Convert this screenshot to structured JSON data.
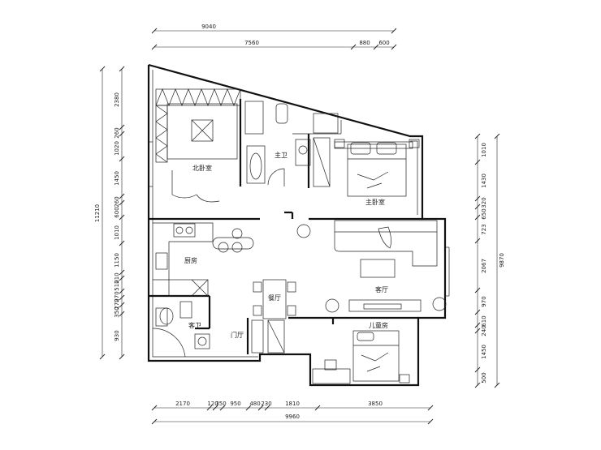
{
  "dimensions": {
    "top_total": "9040",
    "top_segments": [
      "7560",
      "880",
      "600"
    ],
    "bottom_segments": [
      "2170",
      "120",
      "350",
      "950",
      "480",
      "230",
      "1810",
      "3850"
    ],
    "bottom_total": "9960",
    "left_total": "11210",
    "left_segments": [
      "2380",
      "260",
      "1020",
      "1450",
      "260",
      "600",
      "1010",
      "1150",
      "210",
      "510",
      "270",
      "270",
      "350",
      "930"
    ],
    "right_total": "9870",
    "right_segments": [
      "1010",
      "1430",
      "320",
      "650",
      "723",
      "2067",
      "970",
      "610",
      "240",
      "1450",
      "500"
    ]
  },
  "rooms": {
    "north_bedroom": "北卧室",
    "master_bath": "主卫",
    "master_bedroom": "主卧室",
    "kitchen": "厨房",
    "living_room": "客厅",
    "dining_room": "餐厅",
    "guest_bath": "客卫",
    "foyer": "门厅",
    "kids_room": "儿童房"
  }
}
